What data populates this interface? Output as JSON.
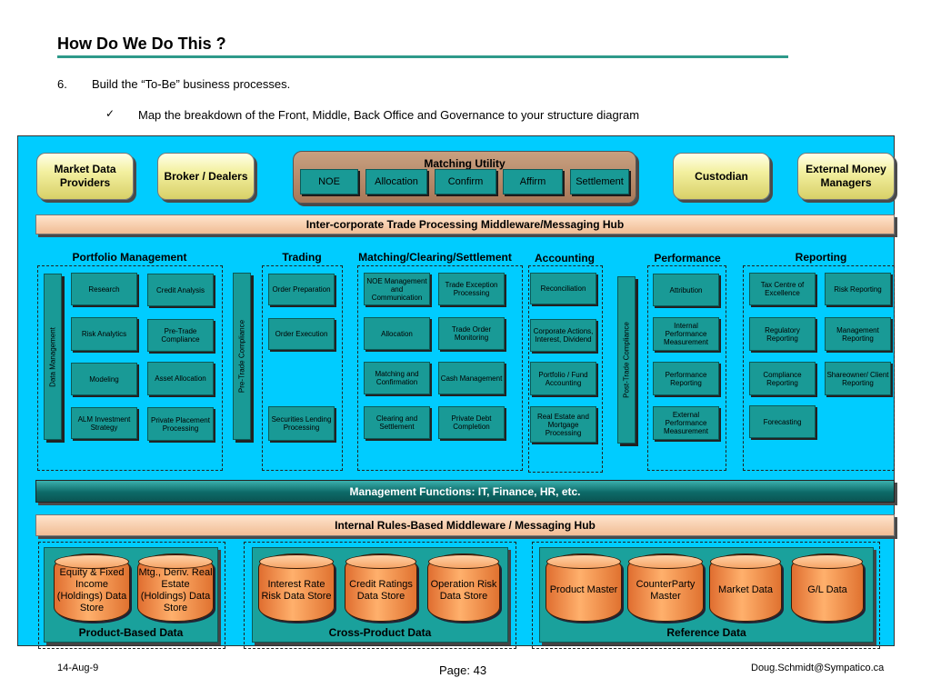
{
  "slide": {
    "title": "How Do We Do This ?",
    "bullet_number": "6.",
    "bullet_text": "Build the “To-Be” business processes.",
    "sub_bullet_mark": "✓",
    "sub_bullet_text": "Map the breakdown of the Front, Middle, Back Office and Governance to your structure diagram"
  },
  "top": {
    "market_data": "Market Data Providers",
    "broker": "Broker / Dealers",
    "matching_title": "Matching Utility",
    "matching_items": [
      "NOE",
      "Allocation",
      "Confirm",
      "Affirm",
      "Settlement"
    ],
    "custodian": "Custodian",
    "external": "External Money Managers"
  },
  "hub1": "Inter-corporate Trade Processing Middleware/Messaging Hub",
  "sections": {
    "portfolio": "Portfolio Management",
    "trading": "Trading",
    "matching": "Matching/Clearing/Settlement",
    "accounting": "Accounting",
    "performance": "Performance",
    "reporting": "Reporting"
  },
  "vertical": {
    "data_mgmt": "Data Management",
    "pretrade": "Pre-Trade Compliance",
    "posttrade": "Post-Trade Compliance"
  },
  "portfolio_boxes": [
    "Research",
    "Credit  Analysis",
    "Risk Analytics",
    "Pre-Trade Compliance",
    "Modeling",
    "Asset Allocation",
    "ALM Investment Strategy",
    "Private Placement Processing"
  ],
  "trading_boxes": [
    "Order Preparation",
    "Order Execution",
    "Securities Lending Processing"
  ],
  "matching_boxes": [
    "NOE Management and Communication",
    "Trade Exception Processing",
    "Allocation",
    "Trade Order Monitoring",
    "Matching and Confirmation",
    "Cash Management",
    "Clearing and Settlement",
    "Private Debt Completion"
  ],
  "accounting_boxes": [
    "Reconciliation",
    "Corporate Actions, Interest, Dividend",
    "Portfolio / Fund Accounting",
    "Real Estate and Mortgage Processing"
  ],
  "performance_boxes": [
    "Attribution",
    "Internal Performance Measurement",
    "Performance Reporting",
    "External Performance Measurement"
  ],
  "reporting_boxes": [
    "Tax  Centre of Excellence",
    "Risk Reporting",
    "Regulatory Reporting",
    "Management Reporting",
    "Compliance Reporting",
    "Shareowner/ Client Reporting",
    "Forecasting"
  ],
  "mgmt": "Management Functions: IT, Finance, HR, etc.",
  "hub2": "Internal Rules-Based Middleware / Messaging Hub",
  "stores": {
    "product": [
      "Equity & Fixed Income (Holdings) Data Store",
      "Mtg., Deriv. Real Estate (Holdings) Data Store"
    ],
    "cross": [
      "Interest Rate Risk Data Store",
      "Credit Ratings Data Store",
      "Operation Risk Data Store"
    ],
    "reference": [
      "Product Master",
      "CounterParty Master",
      "Market Data",
      "G/L Data"
    ]
  },
  "panels": {
    "product": "Product-Based Data",
    "cross": "Cross-Product Data",
    "reference": "Reference Data"
  },
  "footer": {
    "date": "14-Aug-9",
    "page": "Page: 43",
    "email": "Doug.Schmidt@Sympatico.ca"
  },
  "colors": {
    "background": "#00ccff",
    "teal": "#199a96",
    "hub": "#f0bc94",
    "cylinder": "#f08a48",
    "rule": "#2e9a8a"
  }
}
